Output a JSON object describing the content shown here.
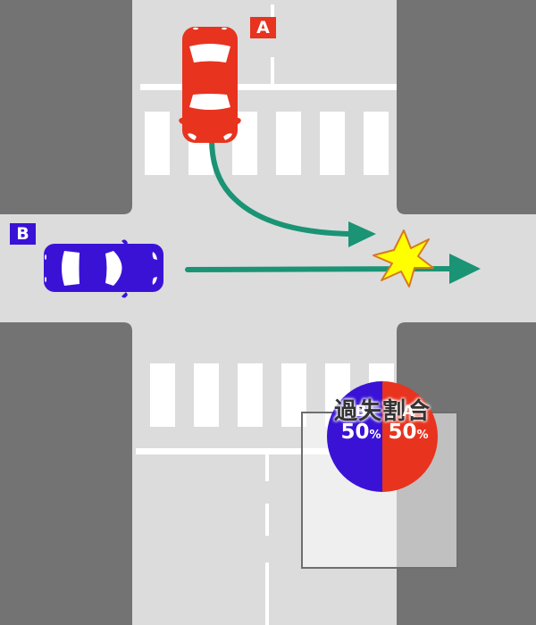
{
  "diagram": {
    "type": "traffic-accident-intersection",
    "colors": {
      "road": "#dcdcdc",
      "block": "#737373",
      "marking": "#ffffff",
      "vehicle_a": "#e8331f",
      "vehicle_b": "#3a12d6",
      "arrow": "#1a9474",
      "collision": "#ffff00"
    },
    "vehicles": [
      {
        "id": "A",
        "label": "A",
        "color": "#e8331f",
        "heading": "south",
        "maneuver": "left-turn (turning east)"
      },
      {
        "id": "B",
        "label": "B",
        "color": "#3a12d6",
        "heading": "east",
        "maneuver": "straight"
      }
    ],
    "collision_icon": "starburst-icon"
  },
  "fault_panel": {
    "title": "過失割合",
    "entries": [
      {
        "party": "B",
        "percent": "50",
        "unit": "%",
        "color": "#3a12d6"
      },
      {
        "party": "A",
        "percent": "50",
        "unit": "%",
        "color": "#e8331f"
      }
    ]
  },
  "chart_data": {
    "type": "pie",
    "title": "過失割合",
    "categories": [
      "B",
      "A"
    ],
    "values": [
      50,
      50
    ],
    "colors": [
      "#3a12d6",
      "#e8331f"
    ]
  }
}
